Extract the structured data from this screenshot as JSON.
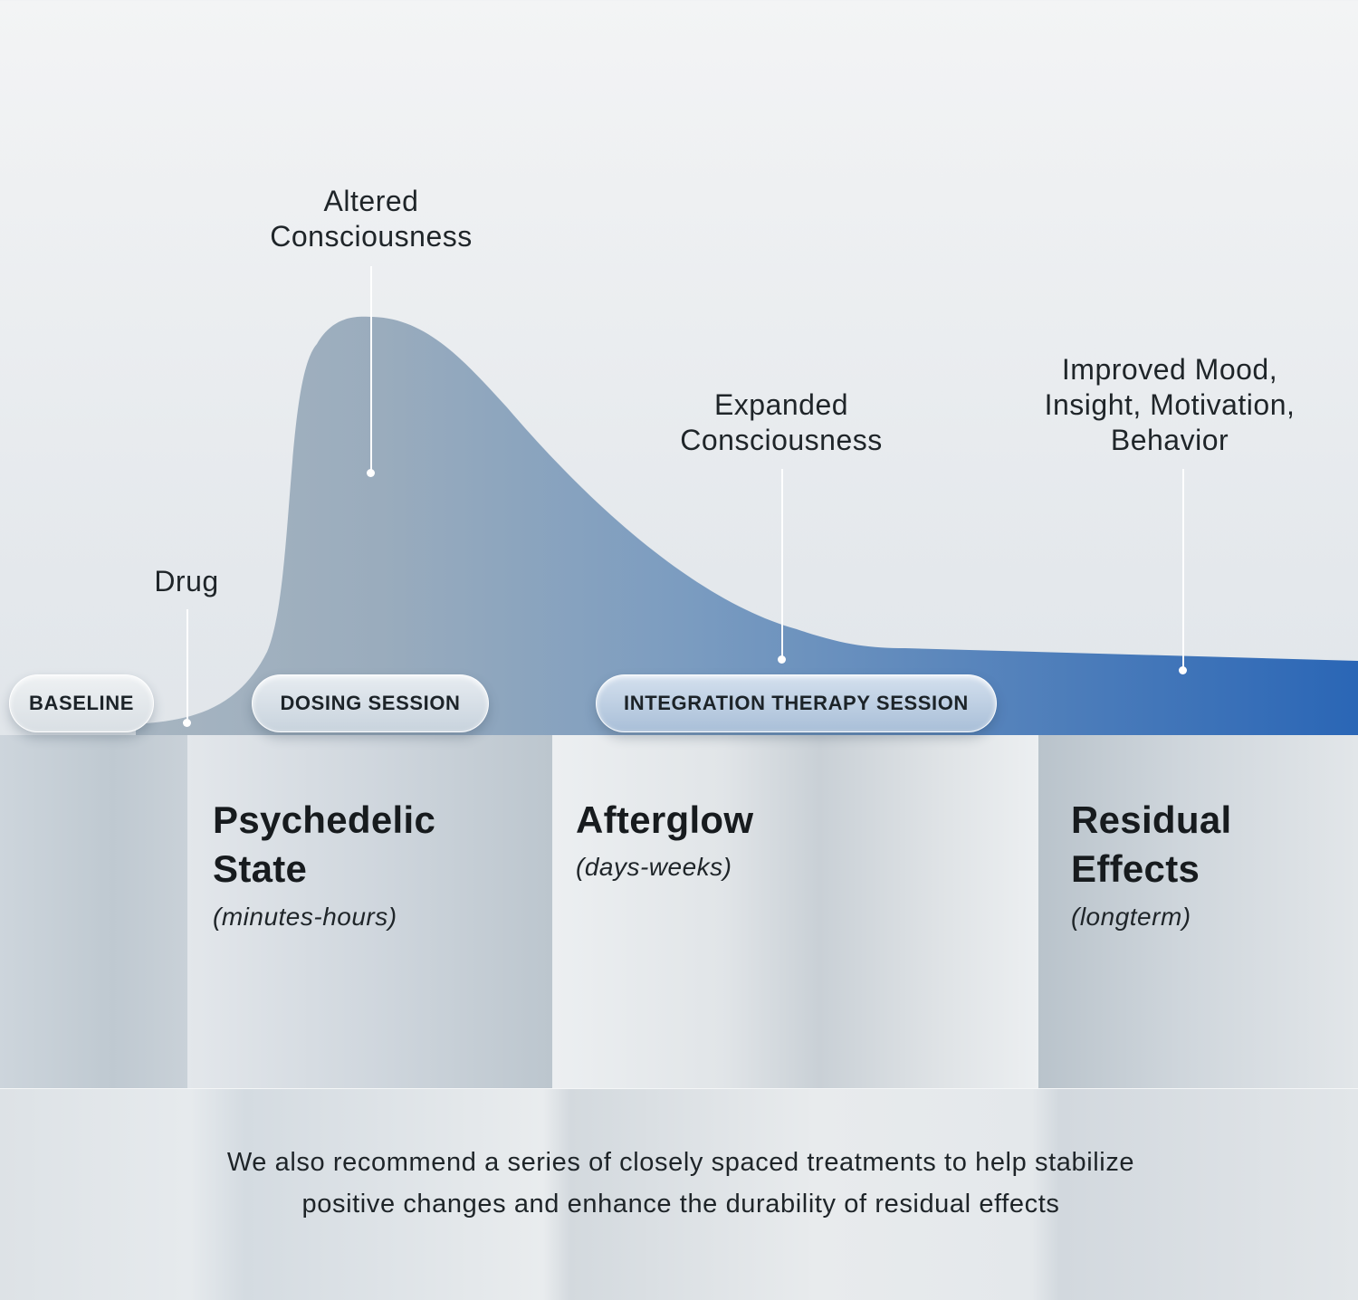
{
  "annotations": {
    "altered": "Altered\nConsciousness",
    "drug": "Drug",
    "expanded": "Expanded\nConsciousness",
    "improved": "Improved Mood,\nInsight, Motivation,\nBehavior"
  },
  "pills": {
    "baseline": "BASELINE",
    "dosing": "DOSING SESSION",
    "integration": "INTEGRATION THERAPY SESSION"
  },
  "phases": [
    {
      "title": "Psychedelic\nState",
      "subtitle": "(minutes-hours)"
    },
    {
      "title": "Afterglow",
      "subtitle": "(days-weeks)"
    },
    {
      "title": "Residual\nEffects",
      "subtitle": "(longterm)"
    }
  ],
  "footer": {
    "text": "We also recommend a series of closely spaced treatments to help stabilize\npositive changes and enhance the durability of residual effects"
  },
  "colors": {
    "curve_start": "#a7b5c1",
    "curve_mid": "#7b9cc0",
    "curve_end": "#2a66b6",
    "leader": "#ffffff"
  }
}
